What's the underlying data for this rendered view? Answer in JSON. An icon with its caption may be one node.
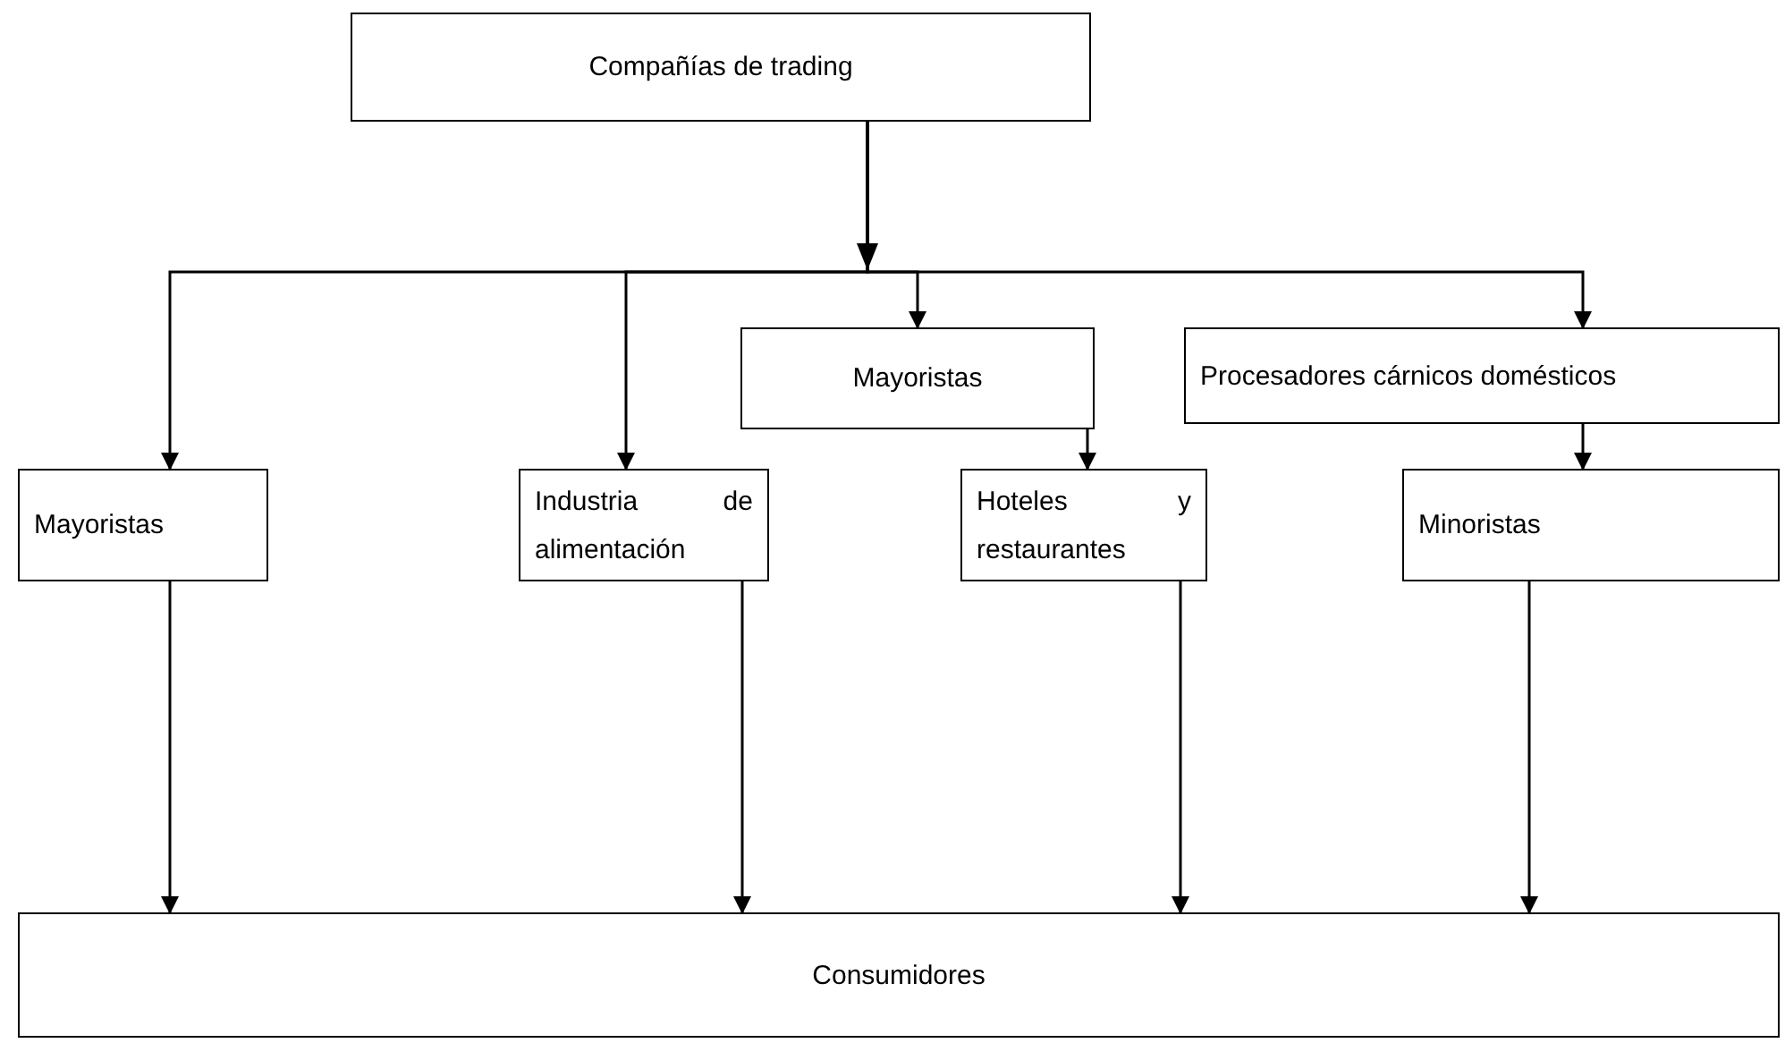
{
  "diagram": {
    "nodes": [
      {
        "text": [
          "Compañías de trading"
        ]
      },
      {
        "text": [
          "Mayoristas"
        ]
      },
      {
        "text": [
          "Procesadores cárnicos domésticos"
        ]
      },
      {
        "text": [
          "Mayoristas"
        ]
      },
      {
        "text": [
          "Industria de alimentación"
        ]
      },
      {
        "text": [
          "Hoteles y restaurantes"
        ]
      },
      {
        "text": [
          "Minoristas"
        ]
      },
      {
        "text": [
          "Consumidores"
        ]
      }
    ],
    "edges": [
      {
        "from": 0,
        "to": 3,
        "arrow": "to"
      },
      {
        "from": 0,
        "to": 4,
        "arrow": "to"
      },
      {
        "from": 0,
        "to": 1,
        "arrow": "to"
      },
      {
        "from": 0,
        "to": 2,
        "arrow": "to"
      },
      {
        "from": 1,
        "to": 5,
        "arrow": "to"
      },
      {
        "from": 2,
        "to": 6,
        "arrow": "to"
      },
      {
        "from": 3,
        "to": 7,
        "arrow": "to"
      },
      {
        "from": 4,
        "to": 7,
        "arrow": "to"
      },
      {
        "from": 5,
        "to": 7,
        "arrow": "to"
      },
      {
        "from": 6,
        "to": 7,
        "arrow": "to"
      }
    ]
  }
}
